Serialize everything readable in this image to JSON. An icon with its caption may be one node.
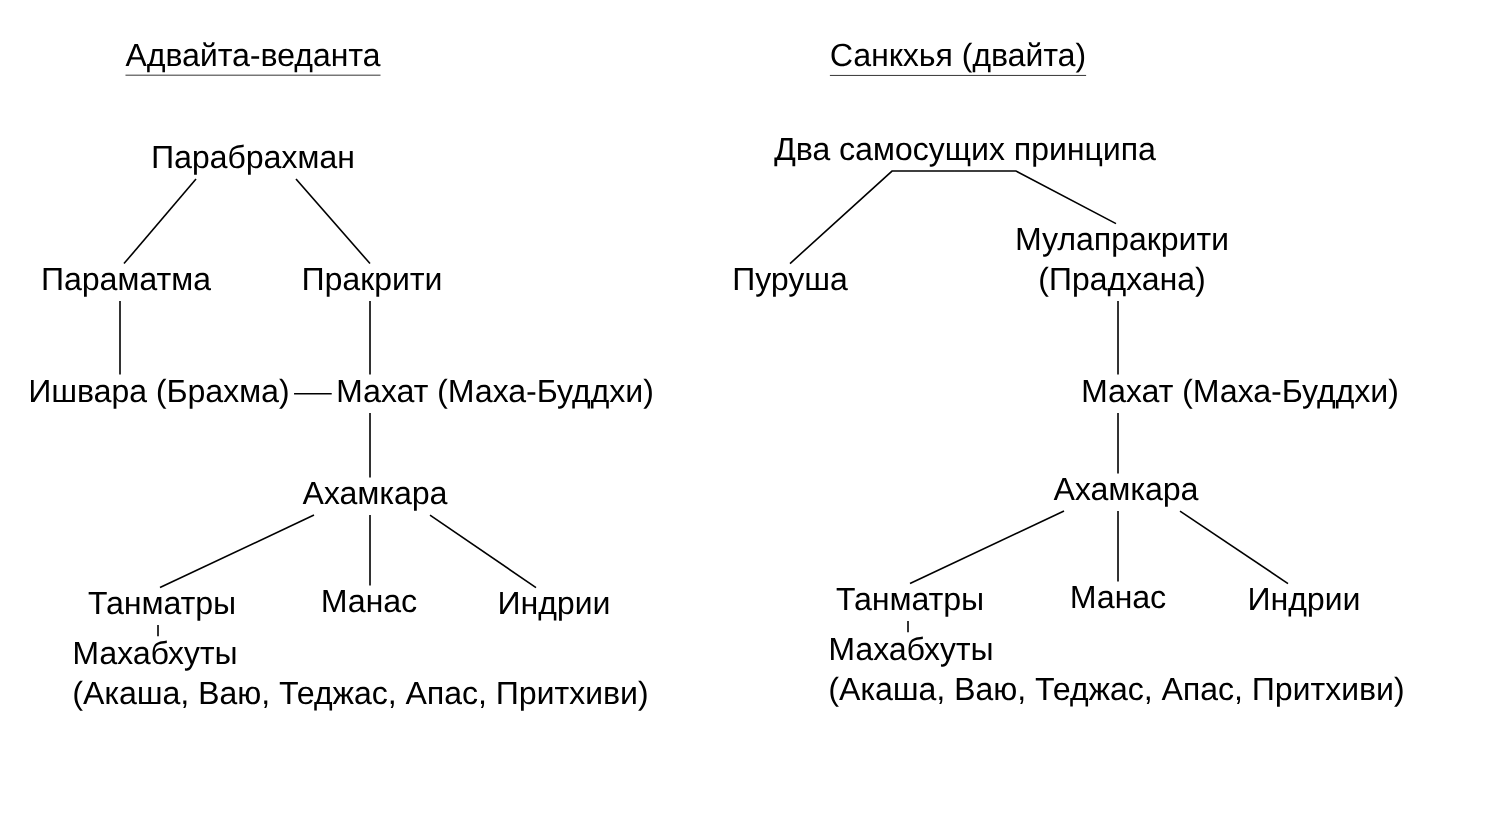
{
  "diagram": {
    "nodes": [
      {
        "text": [
          "Парабрахман"
        ]
      },
      {
        "text": [
          "Параматма"
        ]
      },
      {
        "text": [
          "Пракрити"
        ]
      },
      {
        "text": [
          "Ишвара (Брахма)"
        ]
      },
      {
        "text": [
          "Махат (Маха-Буддхи)"
        ]
      },
      {
        "text": [
          "Ахамкара"
        ]
      },
      {
        "text": [
          "Танматры"
        ]
      },
      {
        "text": [
          "Манас"
        ]
      },
      {
        "text": [
          "Индрии"
        ]
      },
      {
        "text": [
          "Махабхуты",
          "(Акаша, Ваю, Теджас, Апас, Притхиви)"
        ]
      },
      {
        "text": [
          "Два самосущих принципа"
        ]
      },
      {
        "text": [
          "Пуруша"
        ]
      },
      {
        "text": [
          "Мулапракрити",
          "(Прадхана)"
        ]
      },
      {
        "text": [
          "Махат (Маха-Буддхи)"
        ]
      },
      {
        "text": [
          "Ахамкара"
        ]
      },
      {
        "text": [
          "Танматры"
        ]
      },
      {
        "text": [
          "Манас"
        ]
      },
      {
        "text": [
          "Индрии"
        ]
      },
      {
        "text": [
          "Махабхуты",
          "(Акаша, Ваю, Теджас, Апас, Притхиви)"
        ]
      }
    ],
    "edges": [
      {
        "from": 0,
        "to": 1,
        "arrow": "none"
      },
      {
        "from": 0,
        "to": 2,
        "arrow": "none"
      },
      {
        "from": 1,
        "to": 3,
        "arrow": "none"
      },
      {
        "from": 2,
        "to": 4,
        "arrow": "none"
      },
      {
        "from": 3,
        "to": 4,
        "arrow": "none"
      },
      {
        "from": 4,
        "to": 5,
        "arrow": "none"
      },
      {
        "from": 5,
        "to": 6,
        "arrow": "none"
      },
      {
        "from": 5,
        "to": 7,
        "arrow": "none"
      },
      {
        "from": 5,
        "to": 8,
        "arrow": "none"
      },
      {
        "from": 6,
        "to": 9,
        "arrow": "none"
      },
      {
        "from": 10,
        "to": 11,
        "arrow": "none"
      },
      {
        "from": 10,
        "to": 12,
        "arrow": "none"
      },
      {
        "from": 12,
        "to": 13,
        "arrow": "none"
      },
      {
        "from": 13,
        "to": 14,
        "arrow": "none"
      },
      {
        "from": 14,
        "to": 15,
        "arrow": "none"
      },
      {
        "from": 14,
        "to": 16,
        "arrow": "none"
      },
      {
        "from": 14,
        "to": 17,
        "arrow": "none"
      },
      {
        "from": 15,
        "to": 18,
        "arrow": "none"
      }
    ],
    "labels": [
      "Адвайта-веданта",
      "Санкхья (двайта)"
    ]
  }
}
